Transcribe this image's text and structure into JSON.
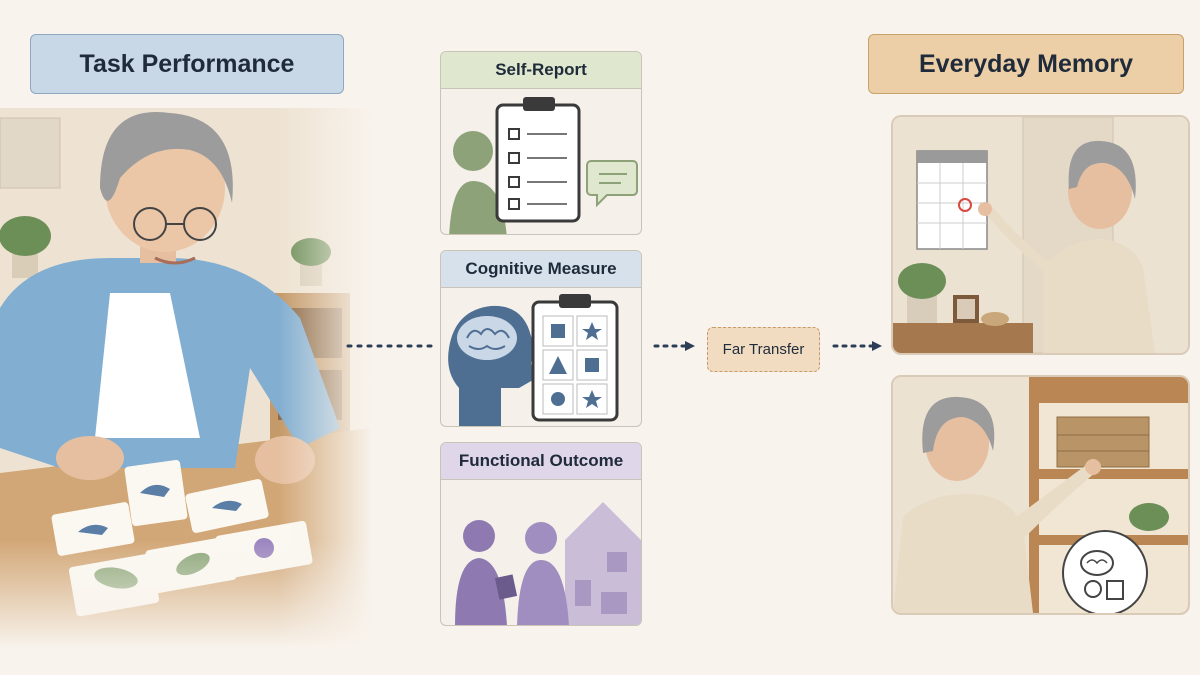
{
  "titles": {
    "left": "Task Performance",
    "right": "Everyday Memory"
  },
  "panels": {
    "self_report": "Self-Report",
    "cognitive": "Cognitive Measure",
    "functional": "Functional Outcome"
  },
  "far_transfer": "Far Transfer",
  "colors": {
    "self_report_fill": "#8ea27a",
    "cognitive_fill": "#4f6f92",
    "functional_fill": "#8e7ab0",
    "arrow": "#2c3e57"
  }
}
